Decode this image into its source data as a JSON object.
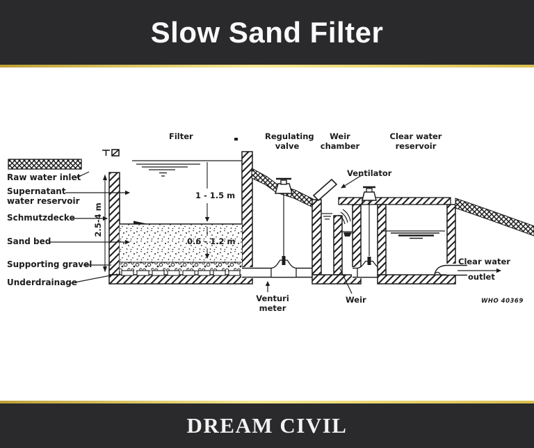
{
  "header": {
    "title": "Slow Sand Filter"
  },
  "footer": {
    "brand": "DREAM CIVIL"
  },
  "colors": {
    "banner_bg": "#2a292b",
    "accent_gold": "#e3c94f",
    "ink": "#1c1c1c",
    "paper": "#ffffff"
  },
  "diagram": {
    "labels": {
      "filter": "Filter",
      "regulating_valve_line1": "Regulating",
      "regulating_valve_line2": "valve",
      "weir_chamber_line1": "Weir",
      "weir_chamber_line2": "chamber",
      "clear_water_reservoir_line1": "Clear water",
      "clear_water_reservoir_line2": "reservoir",
      "ventilator": "Ventilator",
      "raw_water_inlet": "Raw water inlet",
      "supernatant_line1": "Supernatant",
      "supernatant_line2": "water reservoir",
      "schmutzdecke": "Schmutzdecke",
      "sand_bed": "Sand bed",
      "supporting_gravel": "Supporting gravel",
      "underdrainage": "Underdrainage",
      "venturi_meter_line1": "Venturi",
      "venturi_meter_line2": "meter",
      "weir": "Weir",
      "clear_water_outlet_line1": "Clear water",
      "clear_water_outlet_line2": "outlet",
      "figure_ref": "WHO 40369"
    },
    "dimensions": {
      "wall_height": "2.5-4 m",
      "supernatant_depth": "1 - 1.5 m",
      "sand_depth": "0.6 - 1.2 m"
    }
  }
}
